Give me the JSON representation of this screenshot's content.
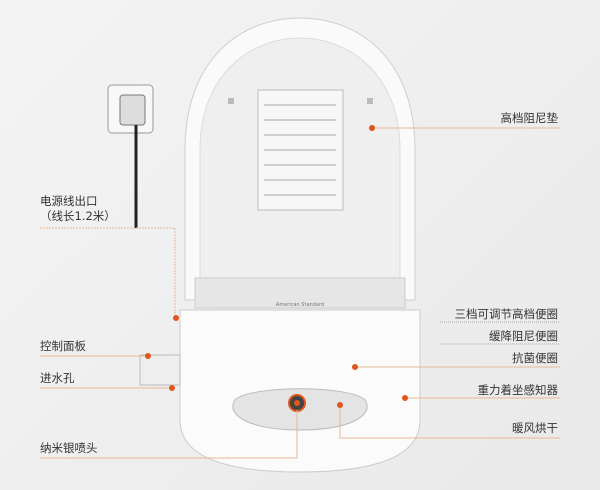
{
  "colors": {
    "accent": "#e0561e",
    "line": "#e8b89a"
  },
  "brand_mark": "American Standard",
  "callouts_left": [
    {
      "label": "电源线出口",
      "sub": "（线长1.2米）"
    },
    {
      "label": "控制面板"
    },
    {
      "label": "进水孔"
    },
    {
      "label": "纳米银喷头"
    }
  ],
  "callouts_right": [
    {
      "label": "高档阻尼垫"
    },
    {
      "label": "三档可调节高档便圈"
    },
    {
      "label": "缓降阻尼便圈"
    },
    {
      "label": "抗菌便圈"
    },
    {
      "label": "重力着坐感知器"
    },
    {
      "label": "暖风烘干"
    }
  ]
}
